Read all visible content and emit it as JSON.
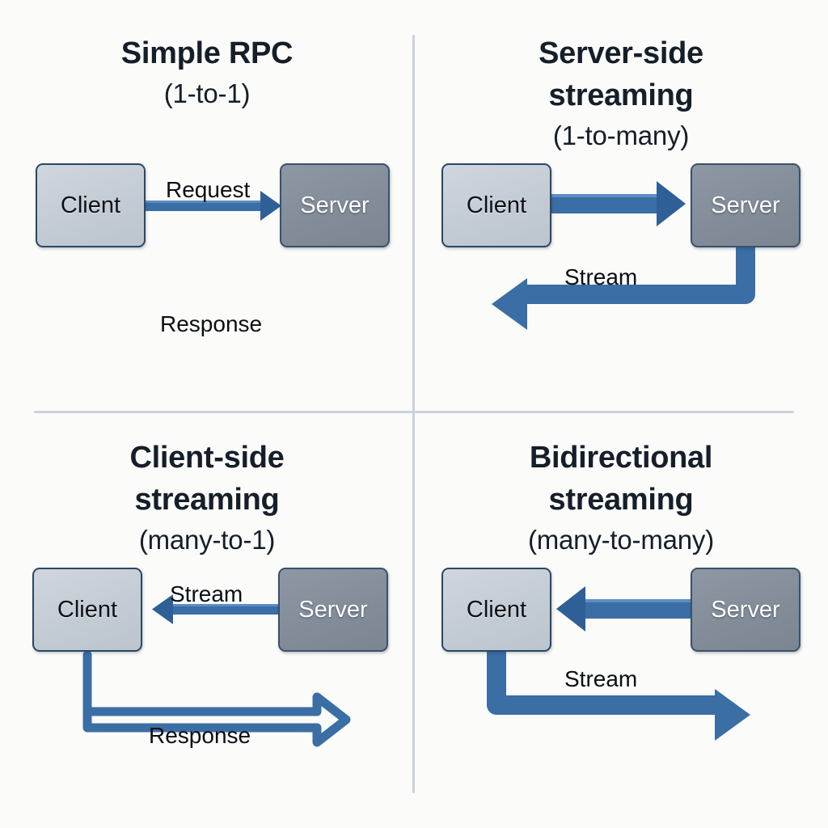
{
  "figure": {
    "background": "#fbfbf9",
    "divider_color": "#ccd1da",
    "arrow_color": "#336699",
    "arrow_fill": "#3a6ea5",
    "client_fill": "#c6ced7",
    "server_fill": "#848e9b",
    "client_border": "#2b4764",
    "server_border": "#39516c",
    "title_color": "#151e29",
    "label_color": "#0b0e12"
  },
  "panels": [
    {
      "id": "simple-rpc",
      "title": "Simple RPC",
      "subtitle": "(1-to-1)",
      "client_label": "Client",
      "server_label": "Server",
      "edges": [
        {
          "label": "Request",
          "direction": "client-to-server",
          "style": "straight-thin"
        },
        {
          "label": "Response",
          "direction": "server-to-client",
          "style": "implied"
        }
      ]
    },
    {
      "id": "server-side-streaming",
      "title": "Server-side streaming",
      "title_line1": "Server-side",
      "title_line2": "streaming",
      "subtitle": "(1-to-many)",
      "client_label": "Client",
      "server_label": "Server",
      "edges": [
        {
          "label": "",
          "direction": "client-to-server",
          "style": "straight-thick"
        },
        {
          "label": "Stream",
          "direction": "server-to-client",
          "style": "loop-below"
        }
      ]
    },
    {
      "id": "client-side-streaming",
      "title": "Client-side streaming",
      "title_line1": "Client-side",
      "title_line2": "streaming",
      "subtitle": "(many-to-1)",
      "client_label": "Client",
      "server_label": "Server",
      "edges": [
        {
          "label": "Stream",
          "direction": "server-to-client",
          "style": "straight-thin"
        },
        {
          "label": "Response",
          "direction": "client-to-server",
          "style": "loop-below-outline"
        }
      ]
    },
    {
      "id": "bidirectional-streaming",
      "title": "Bidirectional streaming",
      "title_line1": "Bidirectional",
      "title_line2": "streaming",
      "subtitle": "(many-to-many)",
      "client_label": "Client",
      "server_label": "Server",
      "edges": [
        {
          "label": "",
          "direction": "server-to-client",
          "style": "straight-thick"
        },
        {
          "label": "Stream",
          "direction": "client-to-server",
          "style": "loop-below"
        }
      ]
    }
  ]
}
